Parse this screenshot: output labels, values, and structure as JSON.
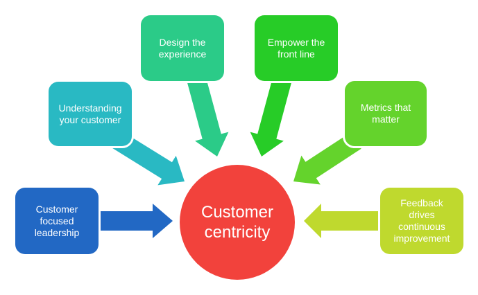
{
  "diagram": {
    "type": "hub-and-spoke",
    "background": "#FFFFFF",
    "text_color": "#FFFFFF",
    "center": {
      "label": "Customer centricity",
      "color": "#F2423C"
    },
    "nodes": [
      {
        "id": "customer-focused-leadership",
        "label": "Customer focused leadership",
        "color": "#2268C4",
        "position": "left"
      },
      {
        "id": "understanding-your-customer",
        "label": "Understanding your customer",
        "color": "#29B9C3",
        "position": "upper-left"
      },
      {
        "id": "design-the-experience",
        "label": "Design the experience",
        "color": "#2BCB88",
        "position": "top-left"
      },
      {
        "id": "empower-the-front-line",
        "label": "Empower the front line",
        "color": "#27CC27",
        "position": "top-right"
      },
      {
        "id": "metrics-that-matter",
        "label": "Metrics that matter",
        "color": "#64D32C",
        "position": "upper-right"
      },
      {
        "id": "feedback-drives-continuous-improvement",
        "label": "Feedback drives continuous improvement",
        "color": "#BFD92E",
        "position": "right"
      }
    ],
    "connections": [
      {
        "from": "customer-focused-leadership",
        "to": "center"
      },
      {
        "from": "understanding-your-customer",
        "to": "center"
      },
      {
        "from": "design-the-experience",
        "to": "center"
      },
      {
        "from": "empower-the-front-line",
        "to": "center"
      },
      {
        "from": "metrics-that-matter",
        "to": "center"
      },
      {
        "from": "feedback-drives-continuous-improvement",
        "to": "center"
      }
    ]
  }
}
